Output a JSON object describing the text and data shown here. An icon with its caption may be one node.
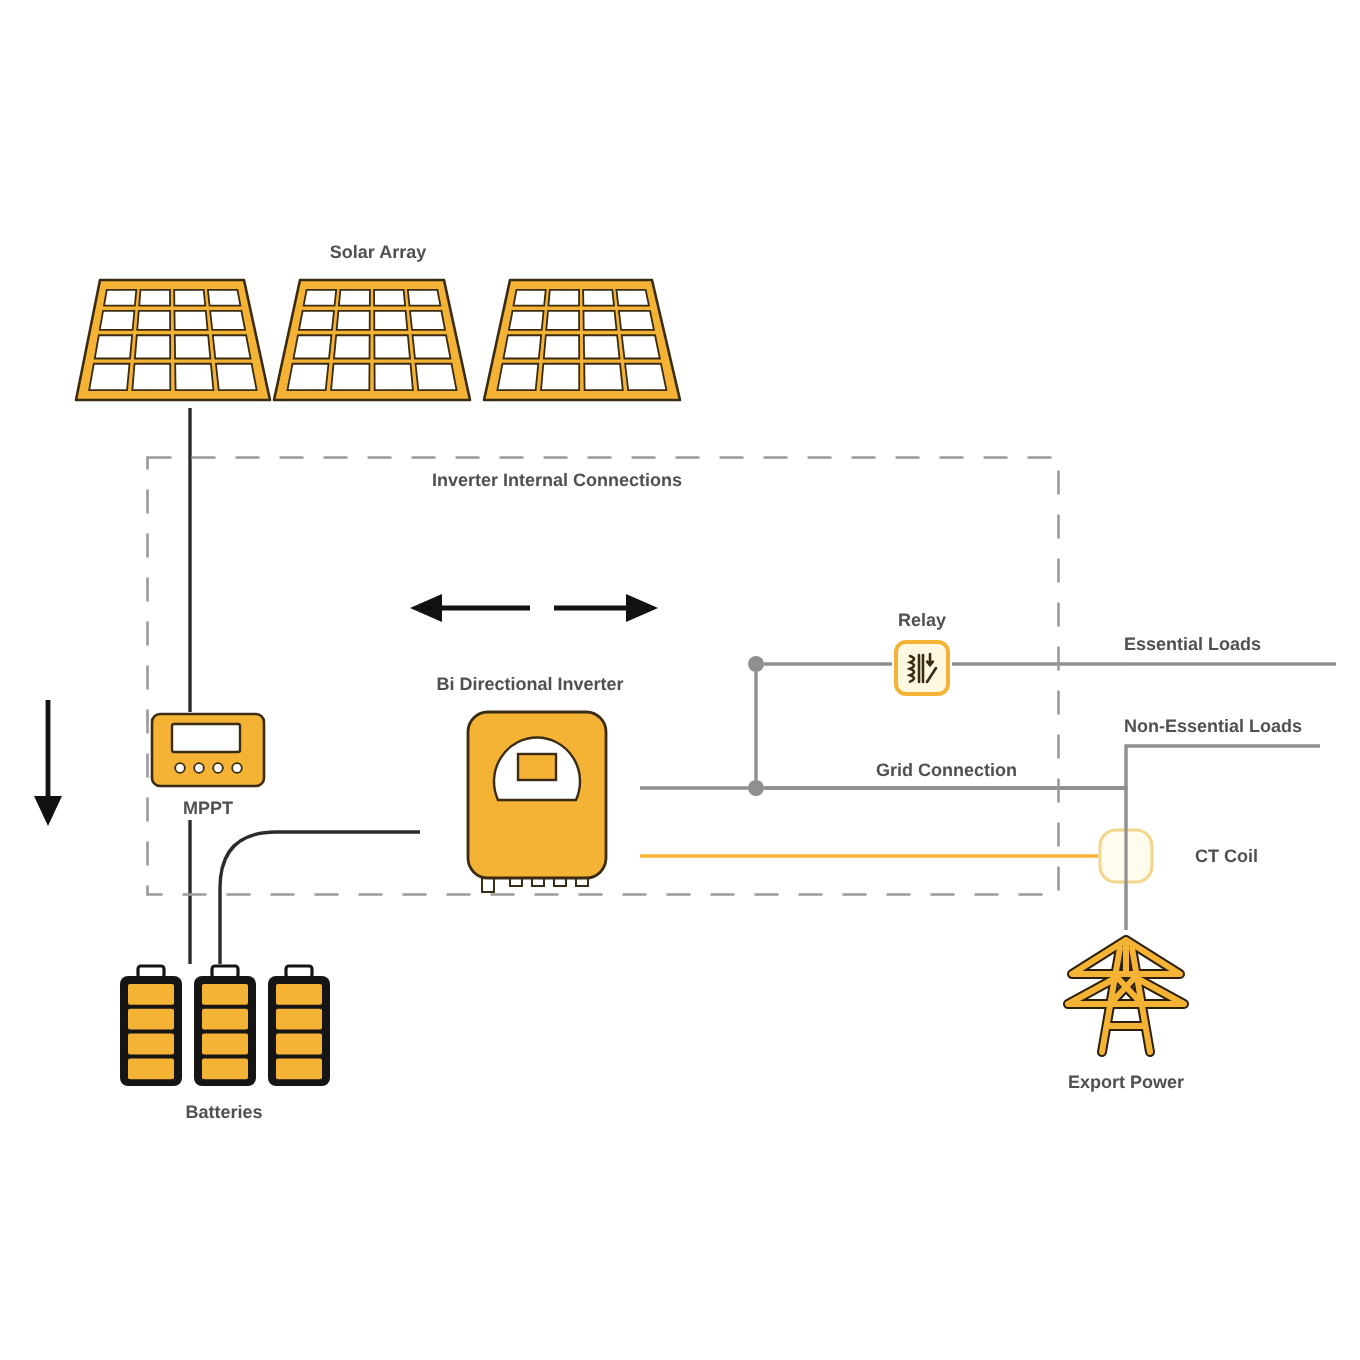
{
  "diagram": {
    "nodes": [
      {
        "text": [
          "Solar Array"
        ]
      },
      {
        "text": [
          "Inverter Internal Connections"
        ]
      },
      {
        "text": [
          "MPPT"
        ],
        "in": 1
      },
      {
        "text": [
          "Batteries"
        ]
      },
      {
        "text": [
          "Bi Directional Inverter"
        ],
        "in": 1
      },
      {
        "text": [],
        "shape": "circle",
        "in": 1
      },
      {
        "text": [],
        "shape": "circle",
        "in": 1
      },
      {
        "text": [
          "Relay"
        ],
        "in": 1
      },
      {
        "text": [
          "Essential Loads"
        ]
      },
      {
        "text": [
          "Non-Essential Loads"
        ]
      },
      {
        "text": [
          "CT Coil"
        ]
      },
      {
        "text": [
          "Export Power"
        ]
      }
    ],
    "edges": [
      {
        "from": 0,
        "to": 2,
        "arrow": "none",
        "color": "#2b2b2b"
      },
      {
        "from": 2,
        "to": 3,
        "arrow": "none",
        "color": "#2b2b2b"
      },
      {
        "from": 4,
        "to": 3,
        "arrow": "none",
        "color": "#2b2b2b"
      },
      {
        "from": 4,
        "to": 6,
        "arrow": "none"
      },
      {
        "from": 6,
        "to": 5,
        "arrow": "none"
      },
      {
        "from": 5,
        "to": 7,
        "arrow": "none"
      },
      {
        "from": 7,
        "to": 8,
        "arrow": "none"
      },
      {
        "from": 6,
        "to": 9,
        "arrow": "none"
      },
      {
        "from": 6,
        "to": 10,
        "arrow": "none",
        "label": "Grid Connection"
      },
      {
        "from": 10,
        "to": 11,
        "arrow": "none"
      },
      {
        "from": 4,
        "to": 10,
        "arrow": "none",
        "color": "#f5b335"
      }
    ]
  }
}
